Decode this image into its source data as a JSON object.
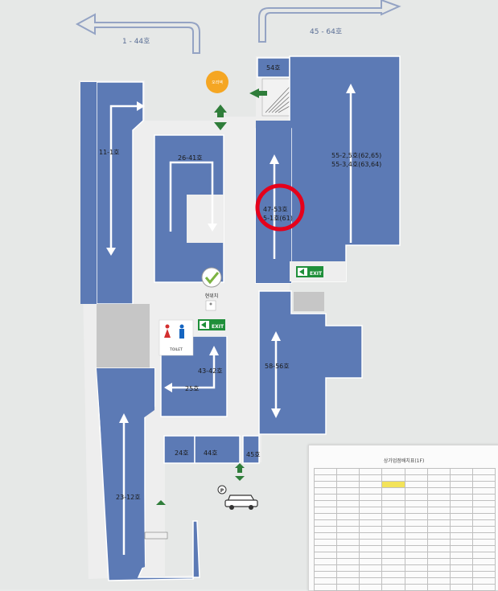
{
  "top_directions": {
    "left": "1 - 44호",
    "right": "45 - 64호"
  },
  "blocks": {
    "b54": "54호",
    "b11_1": "11-1호",
    "b26_41": "26-41호",
    "b55_line1": "55-2,5호(62,65)",
    "b55_line2": "55-3,4호(63,64)",
    "b47_line1": "47-53호",
    "b47_line2": "5-1호(61)",
    "b58_56": "58-56호",
    "b43_42": "43-42호",
    "b25": "25호",
    "b24": "24호",
    "b44": "44호",
    "b45": "45호",
    "b23_12": "23-12호"
  },
  "markers": {
    "you_are_here": "현위치",
    "elevator": "오리엑",
    "toilet": "TOILET",
    "exit_upper": "EXIT",
    "exit_lower": "EXIT",
    "parking": "P"
  },
  "colors": {
    "block_blue": "#5c7ab5",
    "block_border": "#ffffff",
    "corridor": "#ededed",
    "arrow_white": "#ffffff",
    "exit_green": "#1f8f3a",
    "elevator_orange": "#f5a623",
    "highlight_red": "#e5001b",
    "gray_area": "#c8c8c8"
  },
  "directory": {
    "title": "상가업점배치표(1F)"
  }
}
